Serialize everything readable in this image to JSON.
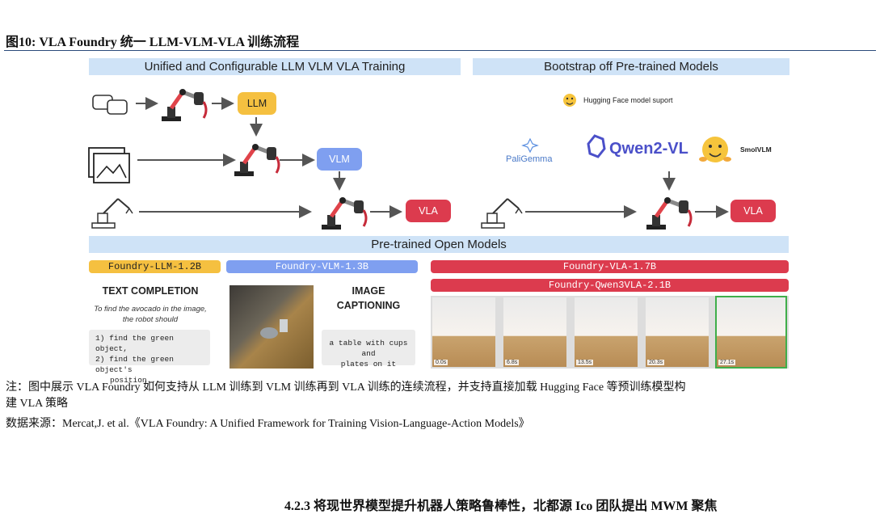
{
  "header": {
    "fig_title": "图10:  VLA Foundry 统一 LLM-VLM-VLA 训练流程"
  },
  "figure": {
    "banner_left": "Unified and Configurable LLM VLM VLA Training",
    "banner_right": "Bootstrap off Pre-trained Models",
    "banner_bottom": "Pre-trained Open Models",
    "pills": {
      "llm": "LLM",
      "vlm": "VLM",
      "vla_left": "VLA",
      "vla_right": "VLA"
    },
    "hf_support": "Hugging Face model suport",
    "logos": {
      "paligemma": "PaliGemma",
      "qwen": "Qwen2-VL",
      "smolvlm": "SmolVLM"
    },
    "models": {
      "llm": "Foundry-LLM-1.2B",
      "vlm": "Foundry-VLM-1.3B",
      "vla": "Foundry-VLA-1.7B",
      "qwen_vla": "Foundry-Qwen3VLA-2.1B"
    },
    "text_completion": {
      "title": "TEXT COMPLETION",
      "prompt_line1": "To find the avocado in the image,",
      "prompt_line2": "the robot should",
      "output_line1": "1) find the green object,",
      "output_line2": "2) find the green object's",
      "output_line3": "position..."
    },
    "image_captioning": {
      "title_line1": "IMAGE",
      "title_line2": "CAPTIONING",
      "output_line1": "a table with cups and",
      "output_line2": "plates on it"
    },
    "timestamps": [
      "0.0s",
      "6.8s",
      "13.5s",
      "20.3s",
      "27.1s"
    ],
    "colors": {
      "llm": "#f5c040",
      "vlm": "#7f9ff0",
      "vla": "#dc3b4e",
      "banner": "#cfe3f7"
    }
  },
  "notes": {
    "line1": "注：图中展示 VLA Foundry 如何支持从 LLM 训练到 VLM 训练再到 VLA 训练的连续流程，并支持直接加载 Hugging Face 等预训练模型构",
    "line2": "建 VLA 策略",
    "source": "数据来源：Mercat,J. et al.《VLA Foundry: A Unified Framework for Training Vision-Language-Action Models》"
  },
  "footer": {
    "next_heading": "4.2.3  将现世界模型提升机器人策略鲁棒性，北都源 Ico 团队提出 MWM 聚焦"
  }
}
